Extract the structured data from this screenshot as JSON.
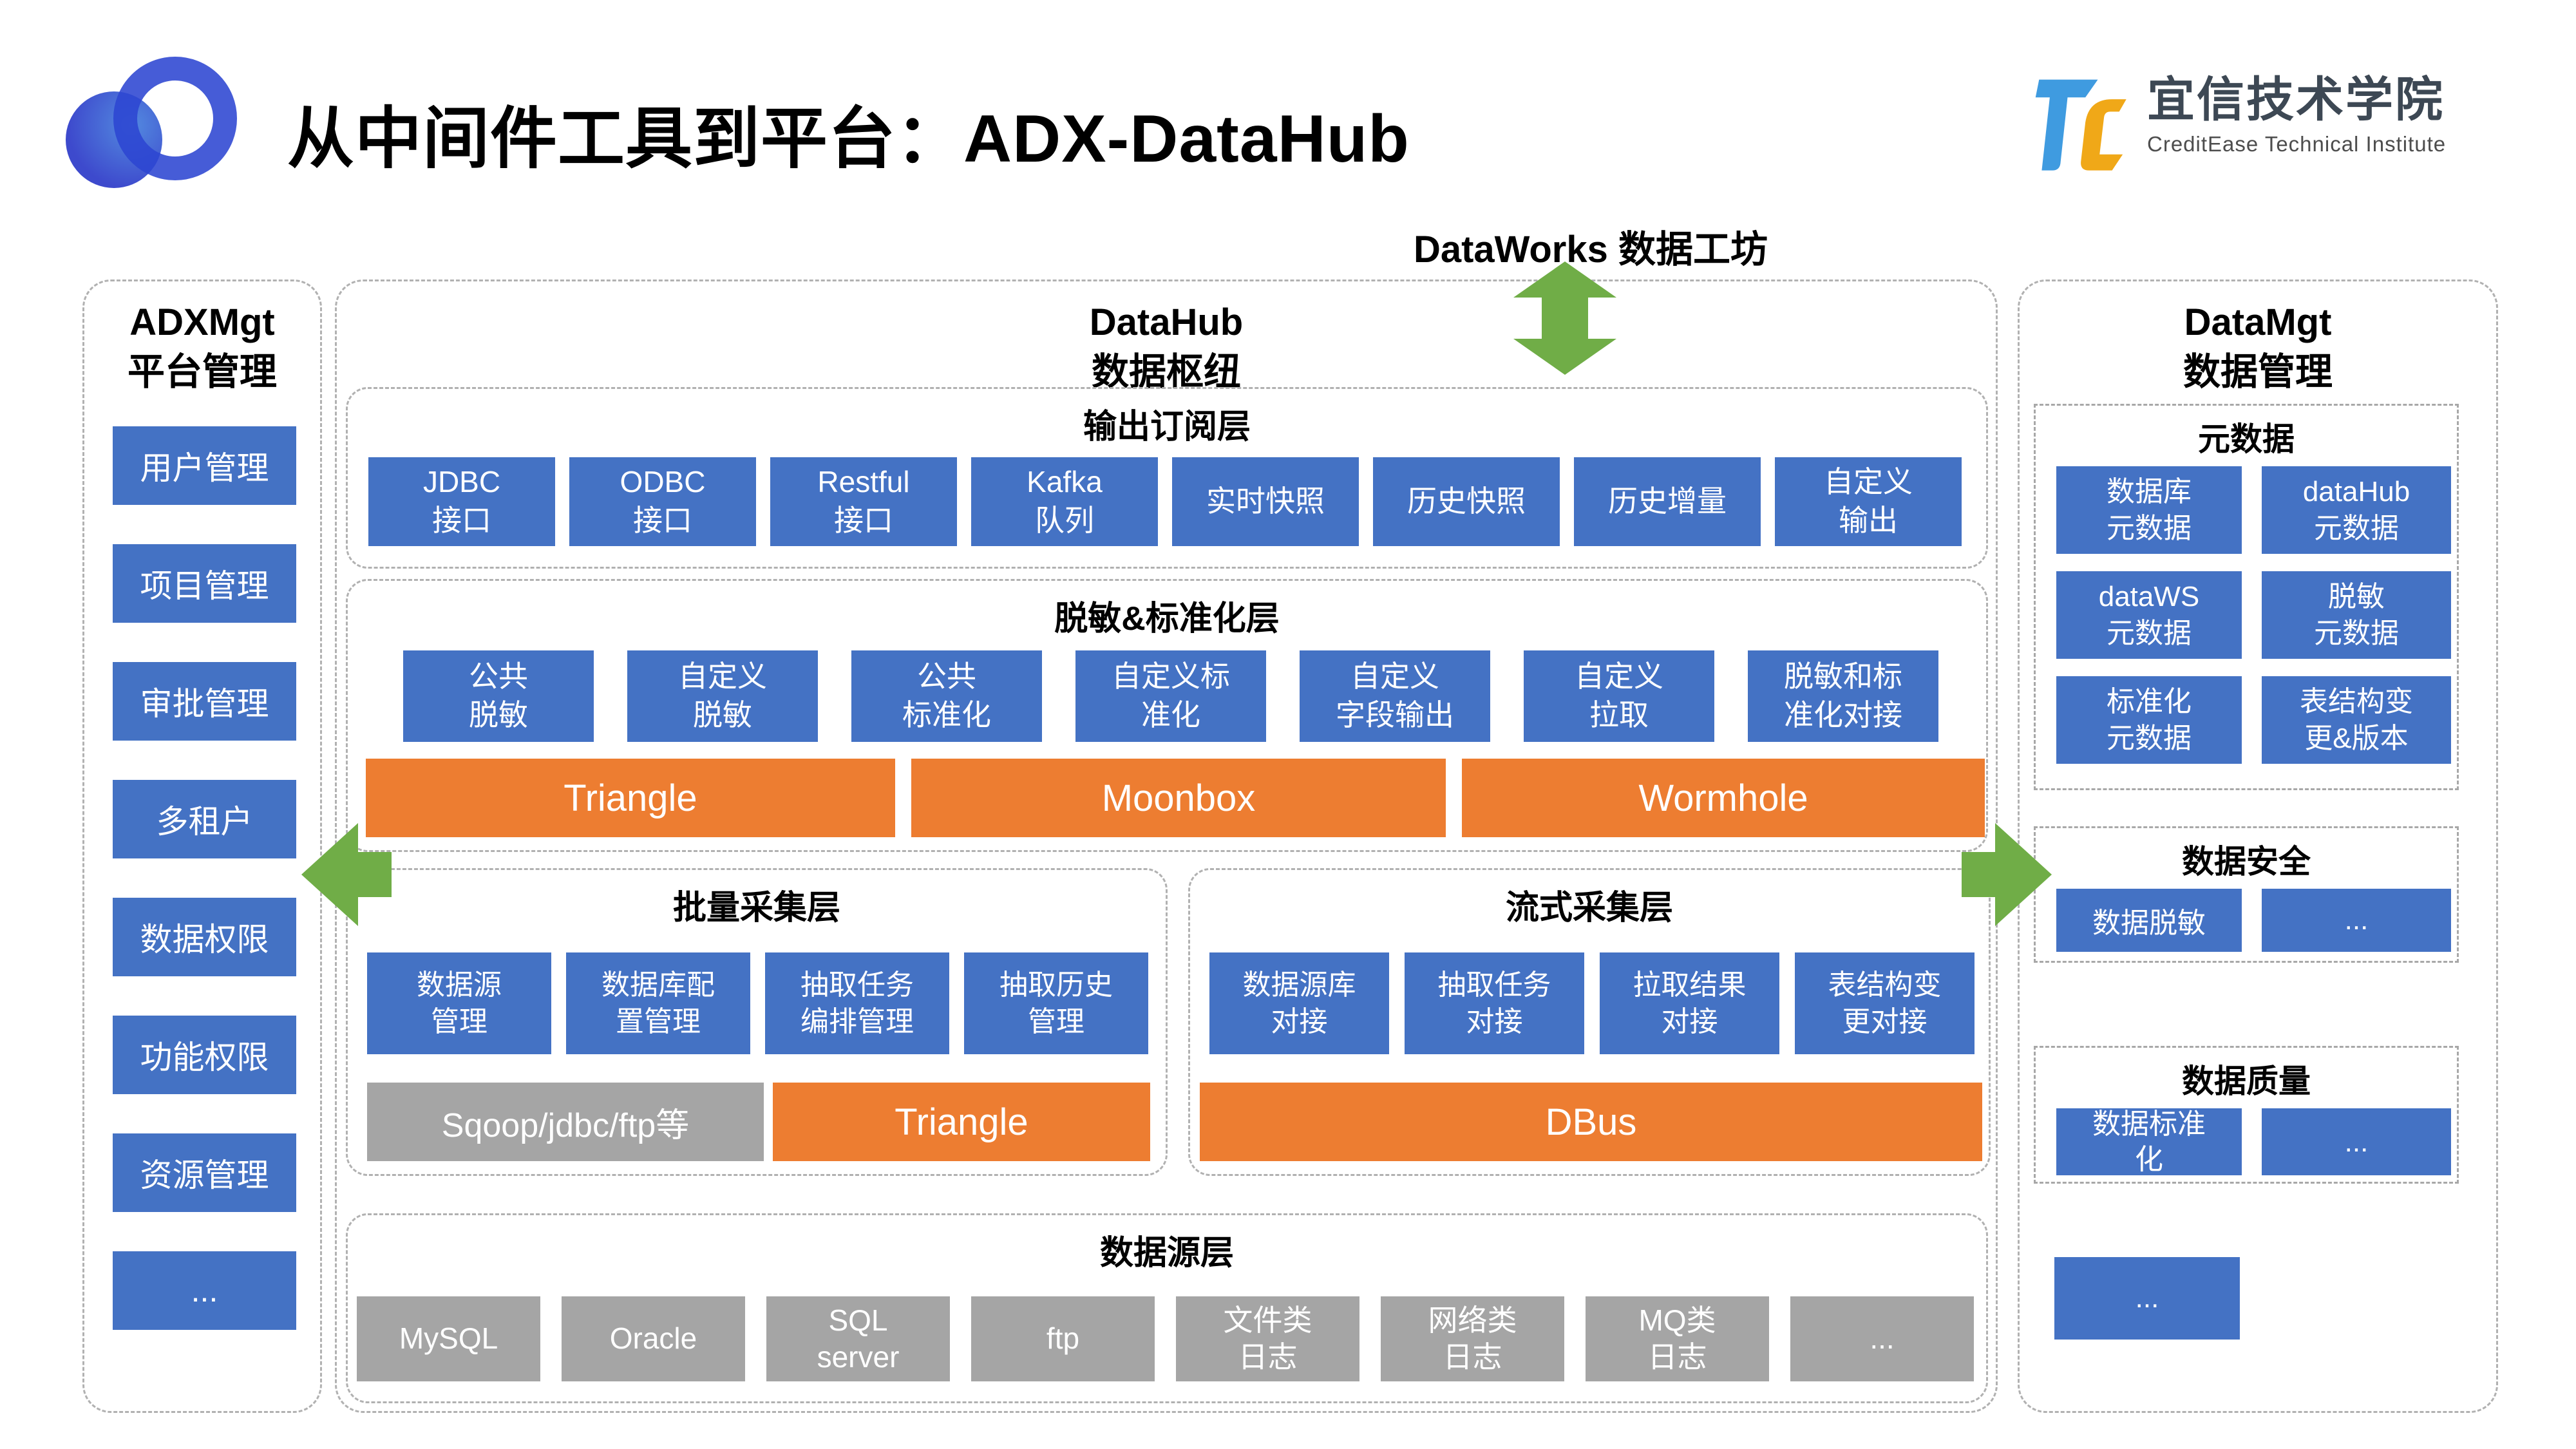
{
  "page": {
    "title": "从中间件工具到平台：ADX-DataHub"
  },
  "brand": {
    "cn": "宜信技术学院",
    "en": "CreditEase Technical Institute"
  },
  "dataworks_label": "DataWorks 数据工坊",
  "adxmgt": {
    "name": "ADXMgt",
    "subtitle": "平台管理",
    "items": [
      "用户管理",
      "项目管理",
      "审批管理",
      "多租户",
      "数据权限",
      "功能权限",
      "资源管理",
      "..."
    ]
  },
  "datahub": {
    "name": "DataHub",
    "subtitle": "数据枢纽",
    "output_layer": {
      "title": "输出订阅层",
      "boxes": [
        "JDBC\n接口",
        "ODBC\n接口",
        "Restful\n接口",
        "Kafka\n队列",
        "实时快照",
        "历史快照",
        "历史增量",
        "自定义\n输出"
      ]
    },
    "masking_layer": {
      "title": "脱敏&标准化层",
      "boxes": [
        "公共\n脱敏",
        "自定义\n脱敏",
        "公共\n标准化",
        "自定义标\n准化",
        "自定义\n字段输出",
        "自定义\n拉取",
        "脱敏和标\n准化对接"
      ],
      "tools": [
        "Triangle",
        "Moonbox",
        "Wormhole"
      ]
    },
    "batch_layer": {
      "title": "批量采集层",
      "boxes": [
        "数据源\n管理",
        "数据库配\n置管理",
        "抽取任务\n编排管理",
        "抽取历史\n管理"
      ],
      "gray_tool": "Sqoop/jdbc/ftp等",
      "orange_tool": "Triangle"
    },
    "stream_layer": {
      "title": "流式采集层",
      "boxes": [
        "数据源库\n对接",
        "抽取任务\n对接",
        "拉取结果\n对接",
        "表结构变\n更对接"
      ],
      "tool": "DBus"
    },
    "source_layer": {
      "title": "数据源层",
      "boxes": [
        "MySQL",
        "Oracle",
        "SQL\nserver",
        "ftp",
        "文件类\n日志",
        "网络类\n日志",
        "MQ类\n日志",
        "..."
      ]
    }
  },
  "datamgt": {
    "name": "DataMgt",
    "subtitle": "数据管理",
    "metadata": {
      "title": "元数据",
      "boxes": [
        "数据库\n元数据",
        "dataHub\n元数据",
        "dataWS\n元数据",
        "脱敏\n元数据",
        "标准化\n元数据",
        "表结构变\n更&版本"
      ]
    },
    "security": {
      "title": "数据安全",
      "boxes": [
        "数据脱敏",
        "..."
      ]
    },
    "quality": {
      "title": "数据质量",
      "boxes": [
        "数据标准\n化",
        "..."
      ]
    },
    "more": "..."
  },
  "colors": {
    "blue": "#4472c4",
    "orange": "#ed7d31",
    "gray": "#a5a5a5",
    "green": "#70ad47",
    "ring_blue": "#2c46d2"
  }
}
